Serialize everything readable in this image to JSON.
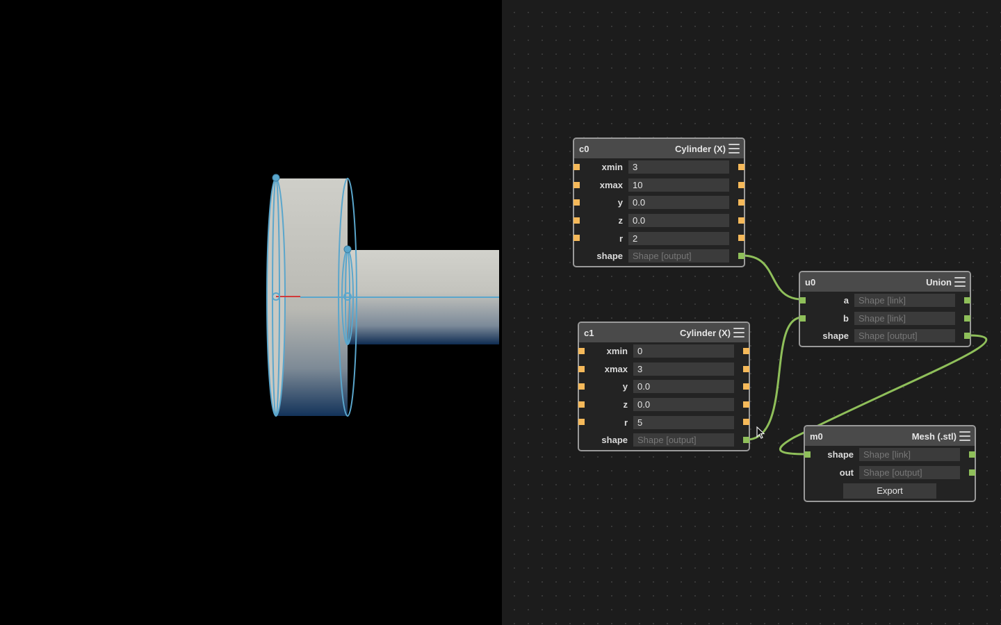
{
  "colors": {
    "wire": "#8fbf5a",
    "number_port": "#f5b95a",
    "shape_port": "#8fbf5a",
    "viewport_outline": "#5aa6cc",
    "axis_x": "#d23a3a"
  },
  "nodes": {
    "c0": {
      "id": "c0",
      "type": "Cylinder (X)",
      "params": [
        {
          "label": "xmin",
          "value": "3"
        },
        {
          "label": "xmax",
          "value": "10"
        },
        {
          "label": "y",
          "value": "0.0"
        },
        {
          "label": "z",
          "value": "0.0"
        },
        {
          "label": "r",
          "value": "2"
        },
        {
          "label": "shape",
          "value": "Shape [output]"
        }
      ]
    },
    "c1": {
      "id": "c1",
      "type": "Cylinder (X)",
      "params": [
        {
          "label": "xmin",
          "value": "0"
        },
        {
          "label": "xmax",
          "value": "3"
        },
        {
          "label": "y",
          "value": "0.0"
        },
        {
          "label": "z",
          "value": "0.0"
        },
        {
          "label": "r",
          "value": "5"
        },
        {
          "label": "shape",
          "value": "Shape [output]"
        }
      ]
    },
    "u0": {
      "id": "u0",
      "type": "Union",
      "params": [
        {
          "label": "a",
          "value": "Shape [link]"
        },
        {
          "label": "b",
          "value": "Shape [link]"
        },
        {
          "label": "shape",
          "value": "Shape [output]"
        }
      ]
    },
    "m0": {
      "id": "m0",
      "type": "Mesh (.stl)",
      "params": [
        {
          "label": "shape",
          "value": "Shape [link]"
        },
        {
          "label": "out",
          "value": "Shape [output]"
        }
      ],
      "export_label": "Export"
    }
  },
  "icons": {
    "node_menu": "menu-icon",
    "cursor": "mouse-pointer-icon"
  }
}
